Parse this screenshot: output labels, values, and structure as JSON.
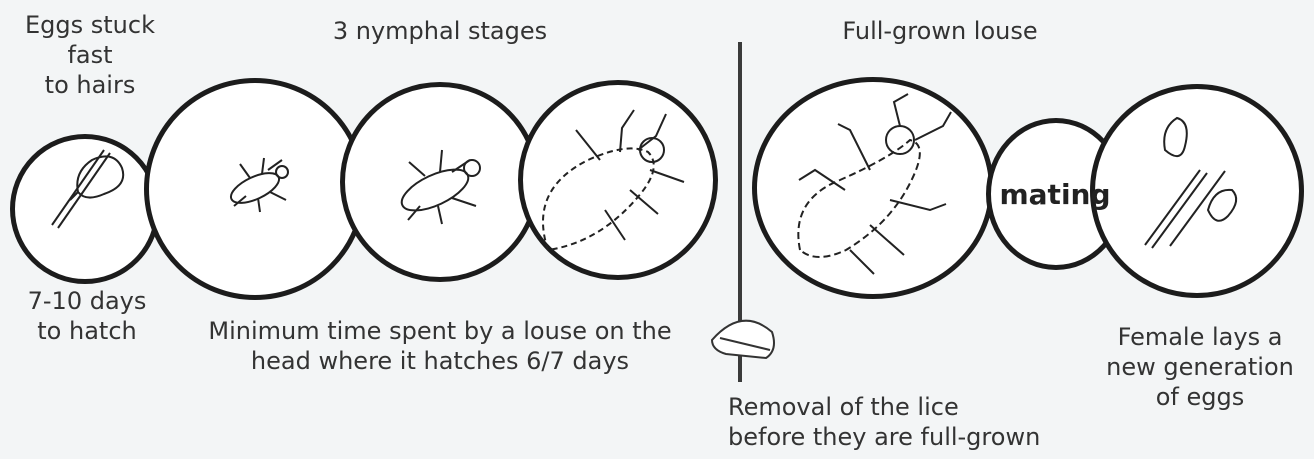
{
  "labels": {
    "eggs_stuck": [
      "Eggs stuck",
      "fast",
      "to hairs"
    ],
    "nymphal": "3 nymphal stages",
    "full_grown": "Full-grown louse",
    "hatch": [
      "7-10 days",
      "to hatch"
    ],
    "min_time": [
      "Minimum time spent by a louse on the",
      "head where it hatches 6/7 days"
    ],
    "removal": [
      "Removal of the lice",
      "before they are full-grown"
    ],
    "female": [
      "Female lays a",
      "new generation",
      "of eggs"
    ],
    "mating": "mating"
  },
  "icons": [
    "egg-icon",
    "nymph-icon",
    "louse-icon",
    "comb-icon",
    "eggs-icon"
  ]
}
